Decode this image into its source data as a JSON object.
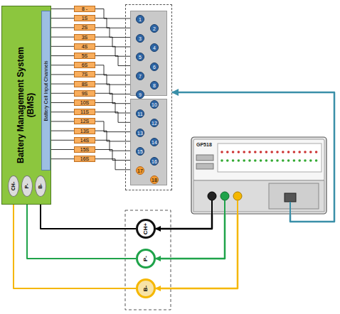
{
  "diagram": {
    "nodes": [
      {
        "text": [
          "Battery Management System (BMS)"
        ]
      },
      {
        "text": [
          "Battery Cell Input Channels"
        ],
        "in": 0
      },
      {
        "text": [
          "CH-"
        ],
        "in": 0
      },
      {
        "text": [
          "P-"
        ],
        "in": 0
      },
      {
        "text": [
          "B-"
        ],
        "in": 0
      },
      {
        "text": [
          "8 -"
        ]
      },
      {
        "text": [
          "1S"
        ]
      },
      {
        "text": [
          "2S"
        ]
      },
      {
        "text": [
          "3S"
        ]
      },
      {
        "text": [
          "4S"
        ]
      },
      {
        "text": [
          "5S"
        ]
      },
      {
        "text": [
          "6S"
        ]
      },
      {
        "text": [
          "7S"
        ]
      },
      {
        "text": [
          "8S"
        ]
      },
      {
        "text": [
          "9S"
        ]
      },
      {
        "text": [
          "10S"
        ]
      },
      {
        "text": [
          "11S"
        ]
      },
      {
        "text": [
          "12S"
        ]
      },
      {
        "text": [
          "13S"
        ]
      },
      {
        "text": [
          "14S"
        ]
      },
      {
        "text": [
          "15S"
        ]
      },
      {
        "text": [
          "16S"
        ]
      },
      {
        "text": [
          "1",
          "2",
          "3",
          "4",
          "5",
          "6",
          "7",
          "8",
          "9",
          "10",
          "11",
          "12",
          "13",
          "14",
          "15",
          "16",
          "17",
          "18"
        ]
      },
      {
        "text": [
          "GP518"
        ]
      },
      {
        "text": [
          "CH+"
        ]
      },
      {
        "text": [
          "P-"
        ]
      },
      {
        "text": [
          "B-"
        ]
      }
    ],
    "edges": [
      {
        "from": 4,
        "to": 24,
        "arrow": "none"
      },
      {
        "from": 3,
        "to": 25,
        "arrow": "none"
      },
      {
        "from": 2,
        "to": 26,
        "arrow": "none"
      },
      {
        "from": 23,
        "to": 24,
        "arrow": "to"
      },
      {
        "from": 23,
        "to": 25,
        "arrow": "to"
      },
      {
        "from": 23,
        "to": 26,
        "arrow": "to"
      },
      {
        "from": 23,
        "to": 22,
        "arrow": "to"
      }
    ]
  }
}
